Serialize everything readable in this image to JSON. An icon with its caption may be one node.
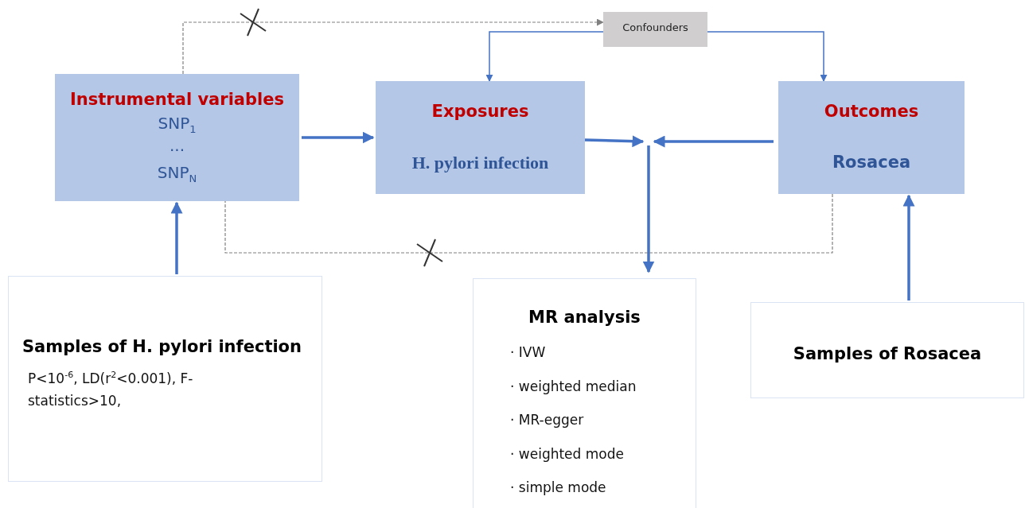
{
  "diagram": {
    "nodes": [
      {
        "text": [
          "Confounders"
        ]
      },
      {
        "text": [
          "Instrumental variables",
          "SNP$_{1}$",
          "...",
          "SNP$_{N}$"
        ]
      },
      {
        "text": [
          "Exposures",
          "H. pylori infection"
        ]
      },
      {
        "text": [
          "Outcomes",
          "Rosacea"
        ]
      },
      {
        "text": [
          "Samples of H. pylori infection",
          "P<10$^{-6}$, LD(r$^{2}$<0.001), F-statistics>10,"
        ]
      },
      {
        "text": [
          "MR analysis",
          "· IVW",
          "· weighted median",
          "· MR-egger",
          "· weighted mode",
          "· simple mode"
        ]
      },
      {
        "text": [
          "Samples of Rosacea"
        ]
      }
    ],
    "edges": [
      {
        "from": 1,
        "to": 0,
        "arrow": "to",
        "style": "dashed",
        "color": "#808080"
      },
      {
        "from": 0,
        "to": 2,
        "arrow": "to"
      },
      {
        "from": 0,
        "to": 3,
        "arrow": "to"
      },
      {
        "from": 1,
        "to": 2,
        "arrow": "to"
      },
      {
        "from": 2,
        "to": null,
        "arrow": "to"
      },
      {
        "from": 3,
        "to": null,
        "arrow": "to"
      },
      {
        "from": null,
        "to": 5,
        "arrow": "to"
      },
      {
        "from": 4,
        "to": 1,
        "arrow": "to"
      },
      {
        "from": 6,
        "to": 3,
        "arrow": "to"
      },
      {
        "from": 3,
        "to": 1,
        "arrow": "none",
        "style": "dashed",
        "color": "#808080"
      }
    ]
  }
}
